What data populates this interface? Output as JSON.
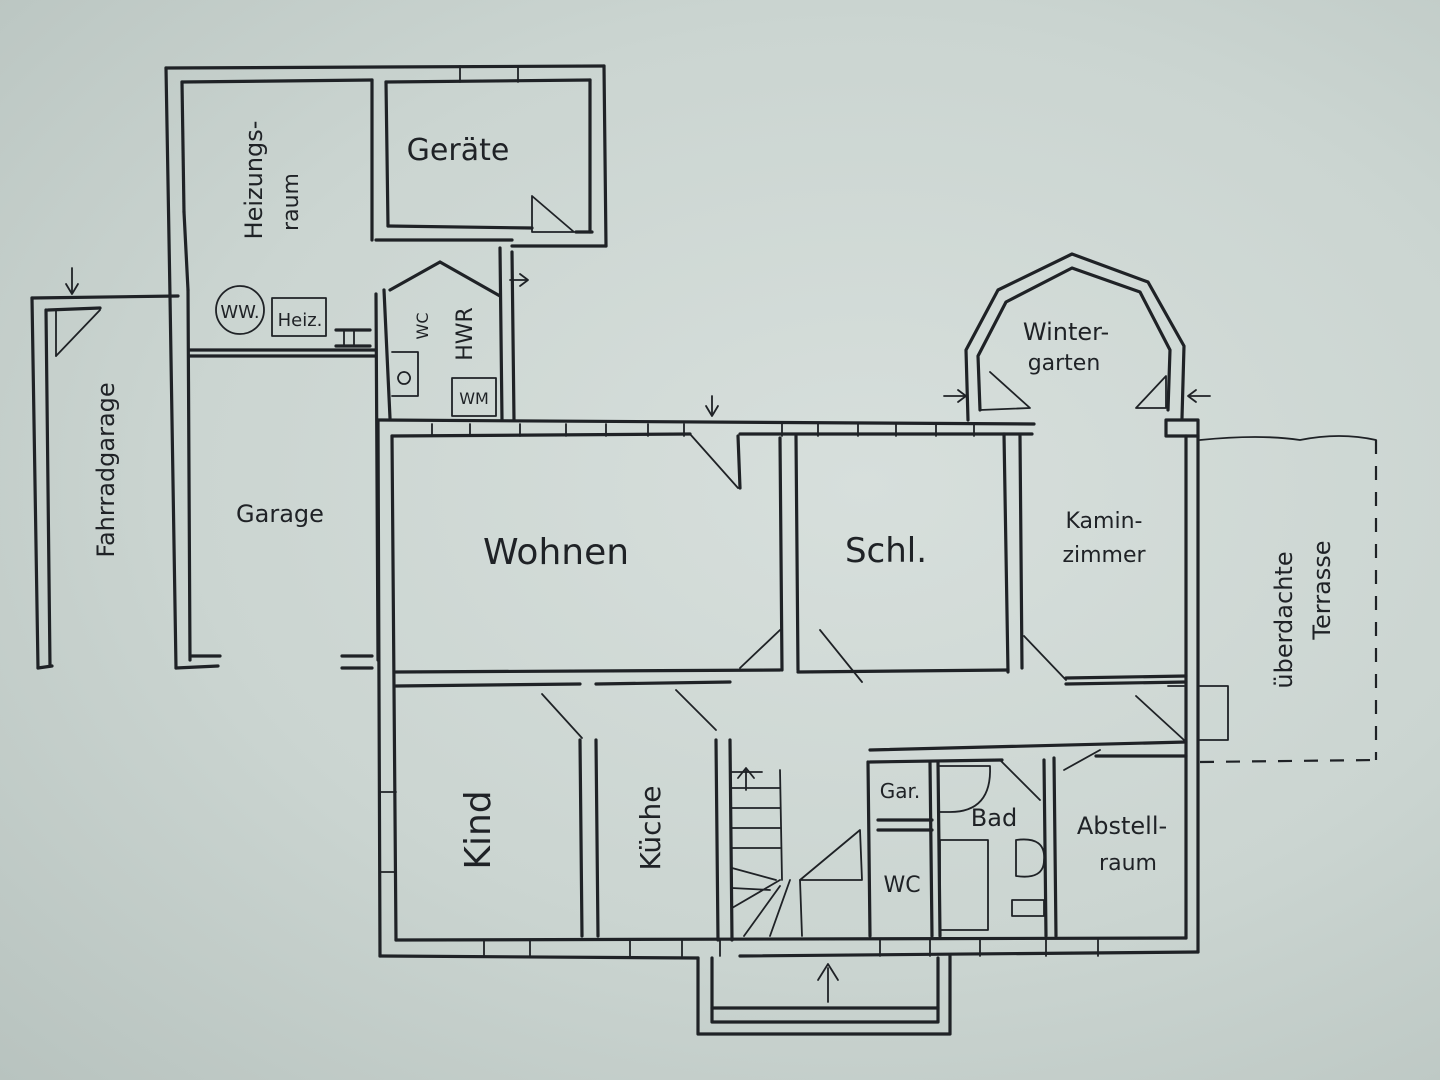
{
  "plan": {
    "rooms": {
      "fahrradgarage": "Fahrradgarage",
      "heizungsraum_1": "Heizungs-",
      "heizungsraum_2": "raum",
      "geraete": "Geräte",
      "garage": "Garage",
      "ww": "WW.",
      "heiz": "Heiz.",
      "wc_top": "WC",
      "hwr": "HWR",
      "wm": "WM",
      "wintergarten_1": "Winter-",
      "wintergarten_2": "garten",
      "wohnen": "Wohnen",
      "schl": "Schl.",
      "kaminzimmer_1": "Kamin-",
      "kaminzimmer_2": "zimmer",
      "terrasse_1": "überdachte",
      "terrasse_2": "Terrasse",
      "kind": "Kind",
      "kueche": "Küche",
      "gar": "Gar.",
      "wc_bottom": "WC",
      "bad": "Bad",
      "abstellraum_1": "Abstell-",
      "abstellraum_2": "raum"
    },
    "colors": {
      "ink": "#1f2226",
      "paper": "#cbd5d1"
    }
  }
}
